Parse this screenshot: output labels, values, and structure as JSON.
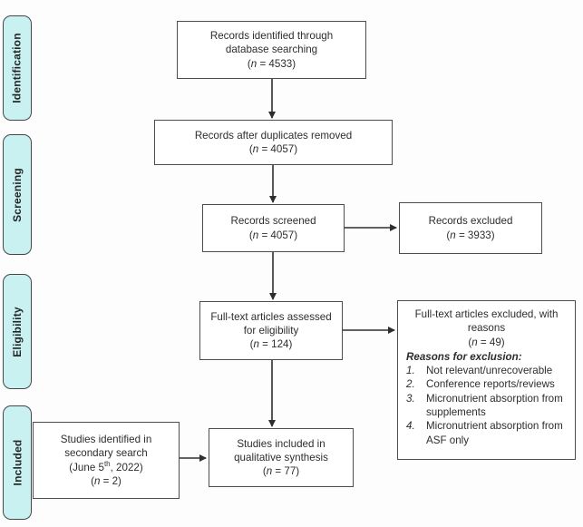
{
  "stages": [
    {
      "label": "Identification"
    },
    {
      "label": "Screening"
    },
    {
      "label": "Eligibility"
    },
    {
      "label": "Included"
    }
  ],
  "boxes": {
    "records_identified": {
      "line1": "Records identified through",
      "line2": "database searching",
      "count_open": "(",
      "count_n": "n",
      "count_rest": " = 4533)"
    },
    "duplicates_removed": {
      "line1": "Records after duplicates removed",
      "count_open": "(",
      "count_n": "n",
      "count_rest": " = 4057)"
    },
    "records_screened": {
      "line1": "Records screened",
      "count_open": "(",
      "count_n": "n",
      "count_rest": " = 4057)"
    },
    "records_excluded": {
      "line1": "Records excluded",
      "count_open": "(",
      "count_n": "n",
      "count_rest": " = 3933)"
    },
    "fulltext_assessed": {
      "line1": "Full-text articles assessed",
      "line2": "for eligibility",
      "count_open": "(",
      "count_n": "n",
      "count_rest": " = 124)"
    },
    "fulltext_excluded": {
      "line1": "Full-text articles excluded, with",
      "line2": "reasons",
      "count_open": "(",
      "count_n": "n",
      "count_rest": " = 49)",
      "reasons_title": "Reasons for exclusion:",
      "reasons": [
        {
          "num": "1.",
          "text": "Not relevant/unrecoverable"
        },
        {
          "num": "2.",
          "text": "Conference reports/reviews"
        },
        {
          "num": "3.",
          "text": "Micronutrient absorption from supplements"
        },
        {
          "num": "4.",
          "text": "Micronutrient absorption from ASF only"
        }
      ]
    },
    "secondary_search": {
      "line1": "Studies identified in",
      "line2": "secondary search",
      "date_open": "(June 5",
      "date_sup": "th",
      "date_rest": ", 2022)",
      "count_open": "(",
      "count_n": "n",
      "count_rest": " = 2)"
    },
    "qualitative_synthesis": {
      "line1": "Studies included in",
      "line2": "qualitative synthesis",
      "count_open": "(",
      "count_n": "n",
      "count_rest": " = 77)"
    }
  },
  "colors": {
    "stage_fill": "#c9f1f2",
    "stage_border": "#474747",
    "box_border": "#4d4d4d",
    "arrow": "#2e2e2e",
    "background": "#fdfdfd"
  }
}
